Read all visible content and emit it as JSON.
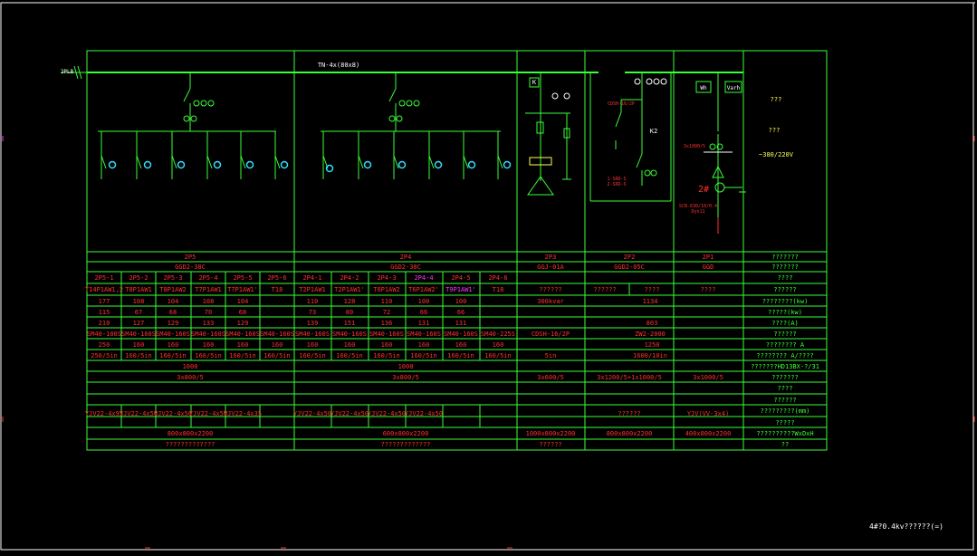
{
  "drawing": {
    "busbar_label": "TN-4x(80x8)",
    "left_marker": "2PLB",
    "title_block": "4#?0.4kv??????(=)",
    "colors": {
      "frame": "#39ff39",
      "text_red": "#ff3030",
      "highlight": "#ff33ff",
      "cyan_lamp": "#33ddff",
      "yellow_wire": "#ffff55",
      "background": "#000000"
    }
  },
  "panels": {
    "p2p3": {
      "k_label": "K"
    },
    "p2p2": {
      "k2_label": "K2",
      "breaker_note": "CDSH-16/2P",
      "surge_note_1": "1-SRD-S",
      "surge_note_2": "2-SRD-S"
    },
    "p2p1": {
      "wh_label": "Wh",
      "varh_label": "Varh",
      "meter_note": "3x1000/5",
      "trans_label": "2#",
      "trans_note": "SCB-630/10/0.4",
      "trans_note2": "Dyn11"
    },
    "side_notes": {
      "q_mark": "???",
      "q_mark2": "???",
      "voltage": "~380/220V"
    }
  },
  "table": {
    "cab_no": [
      "2P5",
      "2P4",
      "2P3",
      "2P2",
      "2P1"
    ],
    "cab_type": [
      "GGD2-38C",
      "GGD2-38C",
      "GGJ-01A",
      "GGD2-05C",
      "GGD"
    ],
    "circuits_2p5": [
      "2P5-1",
      "2P5-2",
      "2P5-3",
      "2P5-4",
      "2P5-5",
      "2P5-6"
    ],
    "circuits_2p4": [
      "2P4-1",
      "2P4-2",
      "2P4-3",
      "2P4-4",
      "2P4-5",
      "2P4-6"
    ],
    "loop_2p5": [
      "T14P1AW1,2",
      "T8P1AW1",
      "T8P1AW2",
      "T7P1AW1",
      "T7P1AW1'",
      "T18"
    ],
    "loop_2p4": [
      "T2P1AW1",
      "T2P1AW1'",
      "T6P1AW2",
      "T6P1AW2'",
      "T9P1AW1'",
      "T18"
    ],
    "p3_loop": "??????",
    "p2_loop": [
      "??????",
      "????"
    ],
    "p1_loop": "????",
    "cap_2p5": [
      "177",
      "108",
      "104",
      "108",
      "104",
      ""
    ],
    "cap_2p4": [
      "110",
      "128",
      "110",
      "100",
      "100",
      ""
    ],
    "cap_p3": "300kvar",
    "cap_p2": "1134",
    "calc_2p5": [
      "115",
      "67",
      "68",
      "70",
      "68",
      ""
    ],
    "calc_2p4": [
      "73",
      "80",
      "72",
      "66",
      "66",
      ""
    ],
    "curr_2p5": [
      "210",
      "127",
      "129",
      "133",
      "129",
      ""
    ],
    "curr_2p4": [
      "139",
      "151",
      "136",
      "131",
      "131",
      ""
    ],
    "curr_p2": "803",
    "brk_2p5": [
      "SM40-100S",
      "SM40-160S",
      "SM40-160S",
      "SM40-160S",
      "SM40-160S",
      "SM40-160S"
    ],
    "brk_2p4": [
      "SM40-160S",
      "SM40-160S",
      "SM40-160S",
      "SM40-160S",
      "SM40-160S",
      "SM40-225S"
    ],
    "brk_p3": "CDSH-16/2P",
    "brk_p2": "ZW2-2000",
    "set_2p5": [
      "250",
      "160",
      "160",
      "160",
      "160",
      "160"
    ],
    "set_2p4": [
      "160",
      "160",
      "160",
      "160",
      "160",
      "160"
    ],
    "set_p2": "1250",
    "pw_2p5": [
      "250/5in",
      "160/5in",
      "160/5in",
      "160/5in",
      "160/5in",
      "160/5in"
    ],
    "pw_2p4": [
      "160/5in",
      "160/5in",
      "160/5in",
      "160/5in",
      "160/5in",
      "160/5in"
    ],
    "pw_p3": "5in",
    "pw_p2": "1600/10in",
    "bus_2p5": "1000",
    "bus_2p4": "1000",
    "ct_2p5": "3x800/5",
    "ct_2p4": "3x800/5",
    "ct_p3": "3x600/5",
    "ct_p2": "3x1200/5+1x1000/5",
    "ct_p1": "3x1000/5",
    "cable_2p5": [
      "YJV22-4x95",
      "YJV22-4x50",
      "YJV22-4x50",
      "YJV22-4x50",
      "YJV22-4x35"
    ],
    "cable_2p4": [
      "YJV22-4x50",
      "YJV22-4x50",
      "YJV22-4x50",
      "YJV22-4x50"
    ],
    "cable_p2": "??????",
    "cable_p1": "YJV(VV-3x4)",
    "dim_2p5": "800x800x2200",
    "dim_2p4": "600x800x2200",
    "dim_p3": "1000x800x2200",
    "dim_p2": "800x800x2200",
    "dim_p1": "400x800x2200",
    "remark_2p5": "?????????????",
    "remark_2p4": "?????????????",
    "remark_p3": "??????",
    "labels": [
      "???????",
      "???????",
      "????",
      "??????",
      "????????(kw)",
      "?????(kw)",
      "????(A)",
      "??????",
      "???????? A",
      "???????? A/????",
      "???????HD13BX-?/31",
      "???????",
      "????",
      "??????",
      "?????????(mm)",
      "?????",
      "??????????WxDxH",
      "??"
    ]
  }
}
